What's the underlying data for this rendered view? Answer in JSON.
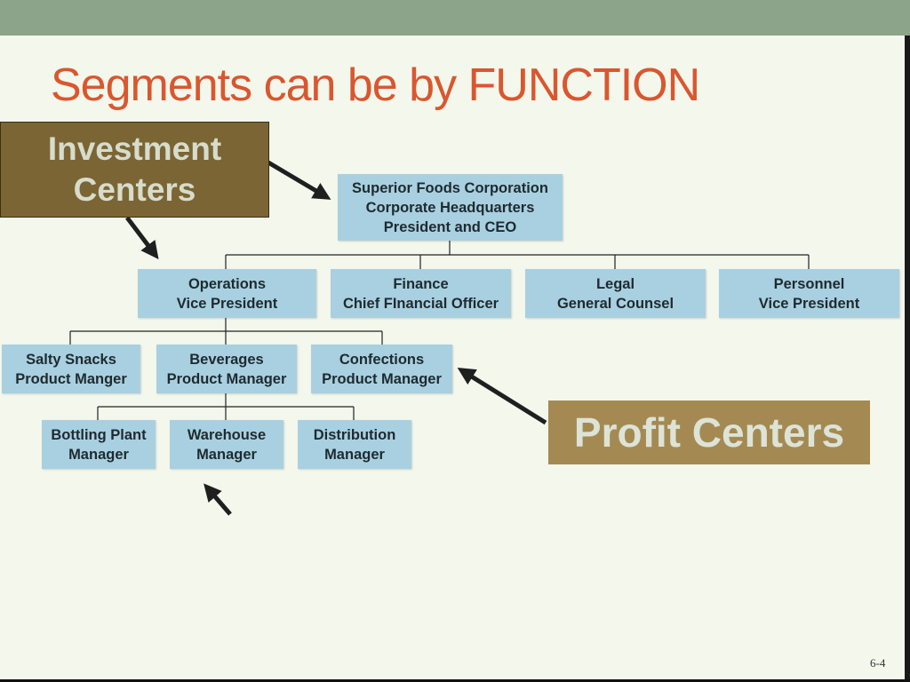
{
  "title": "Segments can be by FUNCTION",
  "callouts": {
    "investment": [
      "Investment",
      "Centers"
    ],
    "profit": "Profit Centers"
  },
  "org": {
    "ceo": [
      "Superior Foods Corporation",
      "Corporate Headquarters",
      "President and CEO"
    ],
    "operations": [
      "Operations",
      "Vice President"
    ],
    "finance": [
      "Finance",
      "Chief FInancial Officer"
    ],
    "legal": [
      "Legal",
      "General Counsel"
    ],
    "personnel": [
      "Personnel",
      "Vice President"
    ],
    "salty": [
      "Salty Snacks",
      "Product Manger"
    ],
    "beverages": [
      "Beverages",
      "Product Manager"
    ],
    "confections": [
      "Confections",
      "Product Manager"
    ],
    "bottling": [
      "Bottling Plant",
      "Manager"
    ],
    "warehouse": [
      "Warehouse",
      "Manager"
    ],
    "distribution": [
      "Distribution",
      "Manager"
    ]
  },
  "page_number": "6-4"
}
